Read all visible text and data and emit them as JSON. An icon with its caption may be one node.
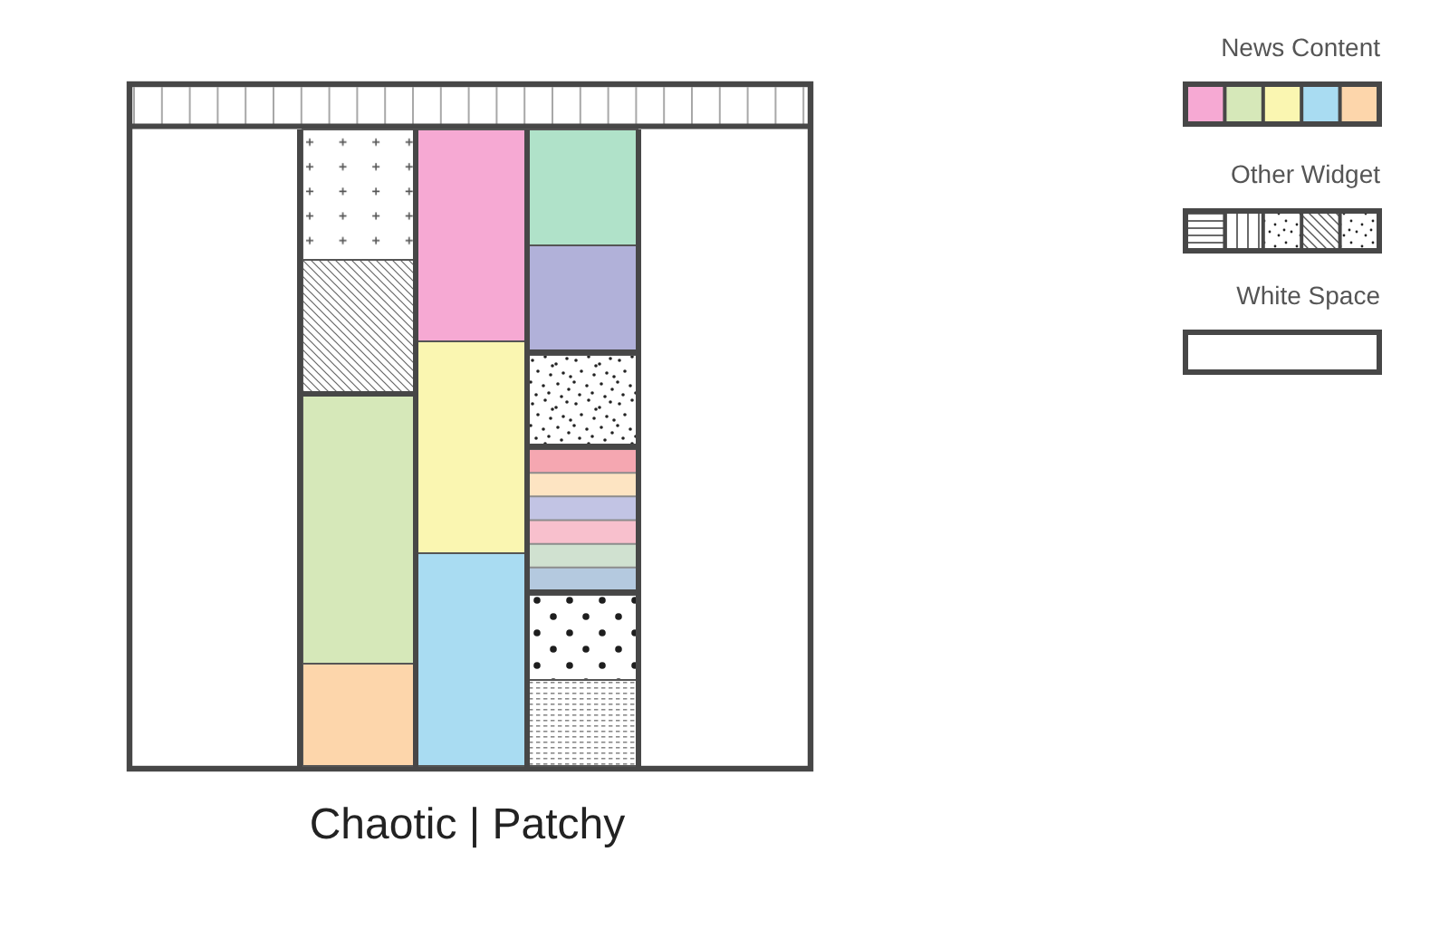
{
  "diagram": {
    "title": "Chaotic | Patchy",
    "nodes": [
      {
        "text": [],
        "shape": "box"
      },
      {
        "text": [],
        "shape": "bar",
        "in": 0
      },
      {
        "text": [],
        "shape": "box",
        "in": 0
      },
      {
        "text": [],
        "shape": "box",
        "in": 0
      },
      {
        "text": [],
        "shape": "box",
        "in": 0
      },
      {
        "text": [],
        "shape": "box",
        "in": 0
      },
      {
        "text": [],
        "shape": "box",
        "in": 0
      },
      {
        "text": [],
        "shape": "box",
        "in": 0
      },
      {
        "text": [],
        "shape": "box",
        "in": 0
      },
      {
        "text": [],
        "shape": "box",
        "in": 0
      },
      {
        "text": [],
        "shape": "box",
        "in": 0
      },
      {
        "text": [],
        "shape": "box",
        "in": 0
      },
      {
        "text": [],
        "shape": "box",
        "in": 0
      },
      {
        "text": [],
        "shape": "box",
        "in": 0
      },
      {
        "text": [],
        "shape": "box",
        "in": 0
      }
    ],
    "legend": [
      {
        "text": "News Content"
      },
      {
        "text": "Other Widget"
      },
      {
        "text": "White Space",
        "color": "#ffffff"
      }
    ]
  }
}
